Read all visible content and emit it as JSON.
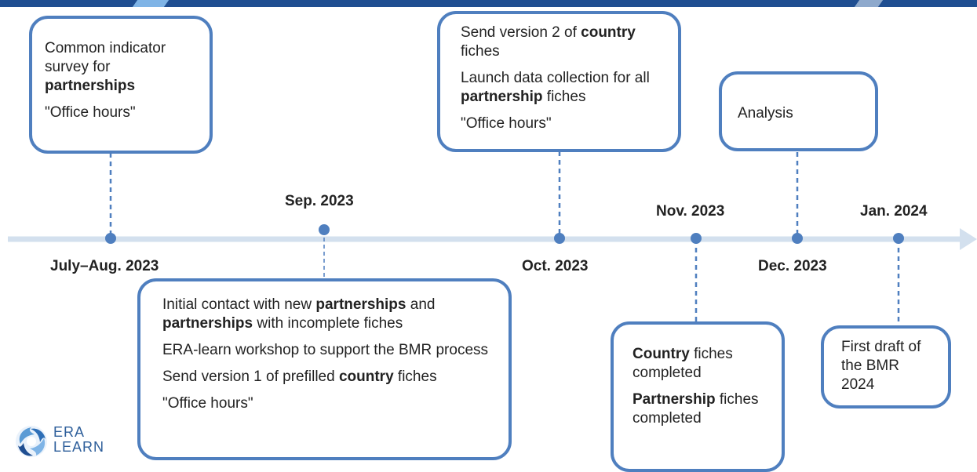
{
  "colors": {
    "header_bar": "#1f4e91",
    "box_border": "#4f7fbf",
    "timeline_line": "#d3e0ee",
    "dot": "#4f7fbf"
  },
  "dates": {
    "july_aug": "July–Aug. 2023",
    "sep": "Sep. 2023",
    "oct": "Oct. 2023",
    "nov": "Nov. 2023",
    "dec": "Dec. 2023",
    "jan": "Jan. 2024"
  },
  "boxes": {
    "july_aug": {
      "line1": "Common indicator survey for",
      "line1_bold": "partnerships",
      "line2": "\"Office hours\""
    },
    "sep": {
      "p1_a": "Initial contact with new ",
      "p1_b": "partnerships",
      "p1_c": " and ",
      "p1_d": "partnerships",
      "p1_e": " with incomplete fiches",
      "p2": "ERA-learn workshop to support the BMR process",
      "p3_a": "Send version 1 of prefilled ",
      "p3_b": "country",
      "p3_c": " fiches",
      "p4": "\"Office hours\""
    },
    "oct": {
      "p1_a": "Send version 2 of ",
      "p1_b": "country",
      "p1_c": " fiches",
      "p2_a": "Launch data collection for all ",
      "p2_b": "partnership",
      "p2_c": " fiches",
      "p3": "\"Office hours\""
    },
    "nov": {
      "p1_a": "Country",
      "p1_b": " fiches completed",
      "p2_a": "Partnership",
      "p2_b": " fiches completed"
    },
    "dec": {
      "p1": "Analysis"
    },
    "jan": {
      "p1": "First draft of the BMR 2024"
    }
  },
  "logo": {
    "line1": "ERA",
    "line2": "LEARN"
  }
}
